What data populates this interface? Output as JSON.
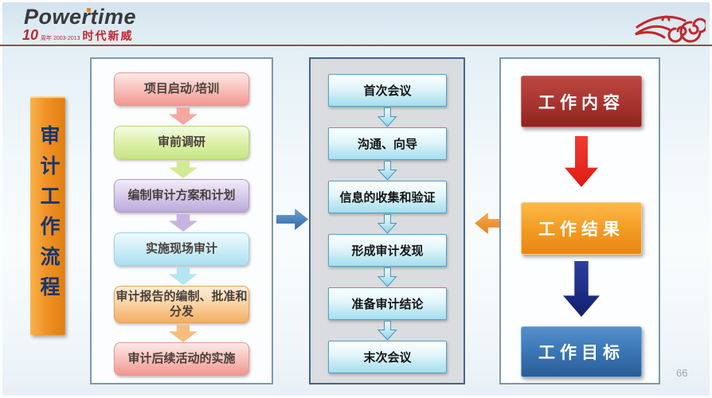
{
  "header": {
    "logo": "Powertime",
    "anniversary_mark": "10",
    "anniversary_years": "周年 2003-2013",
    "brand_cn": "时代新威",
    "colors": {
      "brand_red": "#c1272d",
      "logo_dark": "#39393b",
      "divider": "#9c4b43"
    }
  },
  "sidebar_title": {
    "text": "审计工作流程",
    "bg_color": "#f09226",
    "text_color": "#17366e"
  },
  "left_panel": {
    "items": [
      {
        "label": "项目启动/培训",
        "color": "#f19790"
      },
      {
        "label": "审前调研",
        "color": "#c7e682"
      },
      {
        "label": "编制审计方案和计划",
        "color": "#bca9da"
      },
      {
        "label": "实施现场审计",
        "color": "#abe0f1"
      },
      {
        "label": "审计报告的编制、批准和分发",
        "color": "#f4ae62"
      },
      {
        "label": "审计后续活动的实施",
        "color": "#f19790"
      }
    ]
  },
  "middle_panel": {
    "items": [
      {
        "label": "首次会议"
      },
      {
        "label": "沟通、向导"
      },
      {
        "label": "信息的收集和验证"
      },
      {
        "label": "形成审计发现"
      },
      {
        "label": "准备审计结论"
      },
      {
        "label": "末次会议"
      }
    ],
    "box_color": "#a5def0",
    "panel_color": "#dbdcdf"
  },
  "right_panel": {
    "items": [
      {
        "label": "工作内容",
        "color": "#a93630"
      },
      {
        "label": "工作结果",
        "color": "#f29a23"
      },
      {
        "label": "工作目标",
        "color": "#3a76b5"
      }
    ],
    "arrow_colors": {
      "content_to_result": "#de1b12",
      "result_to_goal": "#121f6e"
    }
  },
  "connectors": {
    "left_to_middle_color": "#2d66a7",
    "right_to_middle_color": "#e8821a"
  },
  "page": {
    "number": "66"
  }
}
